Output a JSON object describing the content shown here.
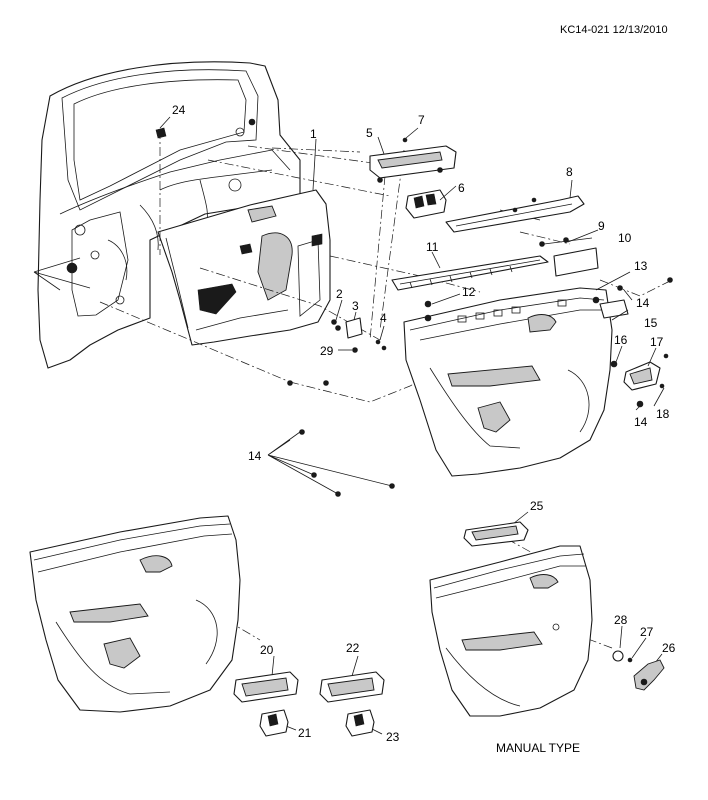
{
  "header": {
    "ref": "KC14-021 12/13/2010"
  },
  "caption": {
    "manual_type": "MANUAL TYPE"
  },
  "callouts": {
    "c1": "1",
    "c2": "2",
    "c3": "3",
    "c4": "4",
    "c5": "5",
    "c6": "6",
    "c7": "7",
    "c8": "8",
    "c9": "9",
    "c10": "10",
    "c11": "11",
    "c12": "12",
    "c13": "13",
    "c14a": "14",
    "c14b": "14",
    "c14c": "14",
    "c15": "15",
    "c16": "16",
    "c17": "17",
    "c18": "18",
    "c20": "20",
    "c21": "21",
    "c22": "22",
    "c23": "23",
    "c24": "24",
    "c25": "25",
    "c26": "26",
    "c27": "27",
    "c28": "28",
    "c29": "29"
  }
}
